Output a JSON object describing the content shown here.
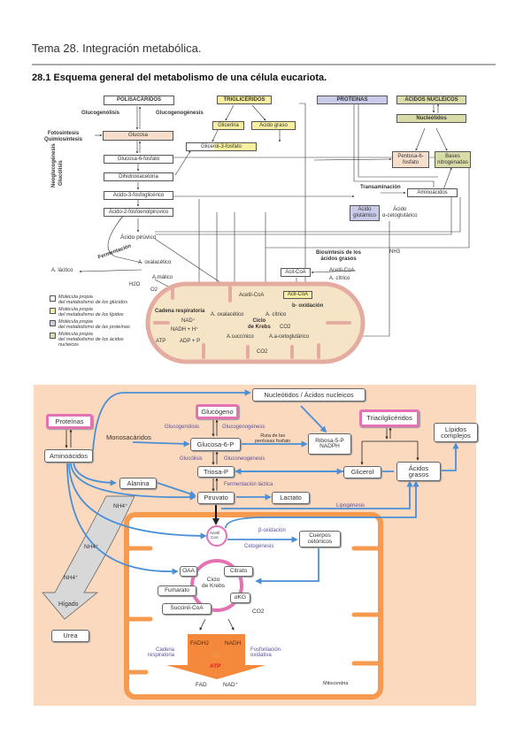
{
  "header": {
    "title": "Tema 28. Integración metabólica.",
    "section_title": "28.1 Esquema general del metabolismo de una célula eucariota."
  },
  "diagram1": {
    "polisacaridos": "POLISACÁRIDOS",
    "glucogenolisis": "Glucogenólisis",
    "glucogenogenesis": "Glucogenogénesis",
    "fotosintesis": "Fotosíntesis\nQuimiosíntesis",
    "glucosa": "Glucosa",
    "glucosa6f": "Glucosa-6-fosfato",
    "dihidroxiacetona": "Dihidroxiacetona",
    "fosfoglicerico": "Ácido-3-fosfoglicérico",
    "fosfoenolpiruvico": "Ácido-2-fosfoenolpirúvico",
    "neoglucogenesis": "Neoglucogénesis",
    "glucolisis": "Glucólisis",
    "piruvico": "Ácido pirúvico",
    "fermentacion": "Fermentación",
    "lactico": "A. láctico",
    "oxalacetico_out": "A. oxalacético",
    "malico": "A.málico",
    "trigliceridos": "TRIGLICÉRIDOS",
    "glicerina": "Glicerina",
    "acido_graso": "Ácido graso",
    "glicerol3f": "Glicerol-3-fosfato",
    "proteinas": "PROTEÍNAS",
    "acidos_nucleicos": "ÁCIDOS NUCLEICOS",
    "nucleotidos": "Nucleótidos",
    "pentosa": "Pentosa-6-\nfosfato",
    "bases": "Bases\nnitrogenadas",
    "transaminacion": "Transaminación",
    "aminoacidos": "Aminoácidos",
    "glutamico": "Ácido\nglutámico",
    "cetoglutarico": "Ácido\nα-cetoglutárico",
    "nh3": "NH3",
    "biosintesis": "Biosíntesis de los\nácidos grasos",
    "acil_coa_out": "Acil-CoA",
    "acetil_coa_out": "Acetil-CoA",
    "citrico_out": "A. cítrico",
    "h2o": "H2O",
    "o2": "O2",
    "acetil_coa_in": "Acetil-CoA",
    "acil_coa_in": "Acil-CoA",
    "b_oxidacion": "b- oxidación",
    "cadena": "Cadena respiratoria",
    "oxalacetico_in": "A. oxalacético",
    "citrico_in": "A. cítrico",
    "nad": "NAD⁺",
    "nadh": "NADH + H⁺",
    "krebs": "Ciclo\nde Krebs",
    "co2_a": "CO2",
    "succinico": "A.succínico",
    "a_cetoglutarico": "A.a-cetoglutárico",
    "atp": "ATP",
    "adp": "ADP + P",
    "co2_b": "CO2",
    "legend": [
      {
        "label": "Molécula propia\ndel metabolismo de los glúcidos",
        "color": "#ffffff"
      },
      {
        "label": "Molécula propia\ndel metabolismo de los lípidos",
        "color": "#f8f0a0"
      },
      {
        "label": "Molécula propia\ndel metabolismo de las proteínas",
        "color": "#c9cbe9"
      },
      {
        "label": "Molécula propia\ndel metabolismo de los ácidos\nnucleicos",
        "color": "#d9dca8"
      }
    ]
  },
  "diagram2": {
    "nucleotidos": "Nucleótidos / Ácidos nucleicos",
    "glucogeno": "Glucógeno",
    "proteinas": "Proteínas",
    "aminoacidos": "Aminoácidos",
    "monosacaridos": "Monosacáridos",
    "glucogenolisis": "Glucogenólisis",
    "glucogenogenesis": "Glucogenogéness",
    "ruta_pentosas": "Ruta de las\npentosas fosfato",
    "glucosa6p": "Glucosa-6-P",
    "ribosa": "Ribosa-5-P\nNADPH",
    "triacilgliceridos": "Triacilglicéridos",
    "lipidos_complejos": "Lípidos\ncomplejos",
    "glucolisis": "Glucólisis",
    "gluconeogenesis": "Gluconeogénesis",
    "triosa": "Triosa-P",
    "glicerol": "Glicerol",
    "acidos_grasos": "Ácidos\ngrasos",
    "alanina": "Alanina",
    "fermentacion": "Fermentación láctica",
    "piruvato": "Piruvato",
    "lactato": "Lactato",
    "lipogenesis": "Lipogénesis",
    "nh4_1": "NH4⁺",
    "nh4_2": "NH4⁺",
    "nh4_3": "NH4⁺",
    "higado": "Hígado",
    "urea": "Urea",
    "acetil_coa": "Acetil\nCoA",
    "b_oxidacion": "β-oxidación",
    "cetogenesis": "Cetogénesis",
    "cuerpos": "Cuerpos\ncetónicos",
    "oaa": "OAA",
    "citrato": "Citrato",
    "fumarato": "Fumarato",
    "krebs": "Ciclo\nde Krebs",
    "akg": "αKG",
    "succinil": "Succinil-CoA",
    "co2": "CO2",
    "fadh2": "FADH2",
    "nadh": "NADH",
    "o2": "O2",
    "atp": "ATP",
    "cadena": "Cadena\nrespiratoria",
    "fosforilacion": "Fosforilación\noxidativa",
    "fad": "FAD",
    "nad": "NAD⁺",
    "mitocondria": "Mitocondria",
    "colors": {
      "background": "#fbd9bf",
      "mitochondria": "#f59a4f",
      "highlight": "#e471b4",
      "arrow": "#4a8fd6",
      "atp": "#e02020"
    }
  }
}
